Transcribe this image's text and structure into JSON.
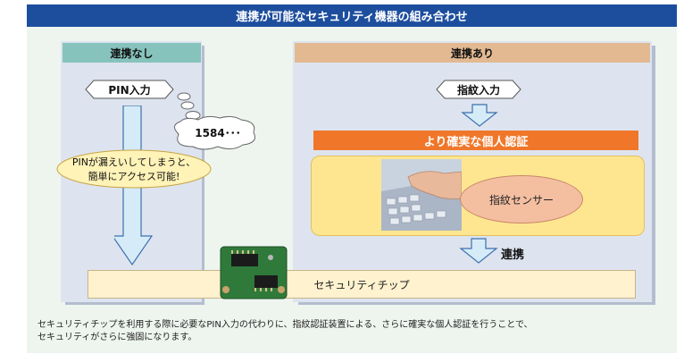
{
  "title": "連携が可能なセキュリティ機器の組み合わせ",
  "left_panel": {
    "header": "連携なし",
    "pin_tag": "PIN入力",
    "thought_bubble": "1584･･･",
    "warning_line1": "PINが漏えいしてしまうと、",
    "warning_line2": "簡単にアクセス可能!"
  },
  "right_panel": {
    "header": "連携あり",
    "finger_tag": "指紋入力",
    "auth_bar": "より確実な個人認証",
    "sensor_label": "指紋センサー",
    "link_label": "連携"
  },
  "chip_bar": "セキュリティチップ",
  "caption": {
    "line1": "セキュリティチップを利用する際に必要なPIN入力の代わりに、指紋認証装置による、さらに確実な個人認証を行うことで、",
    "line2": "セキュリティがさらに強固になります。"
  },
  "colors": {
    "title_bar": "#1d4e9e",
    "left_header": "#86c3bd",
    "right_header": "#e3b992",
    "panel": "#dde4ef",
    "auth_bar": "#f0772a",
    "sensor_box": "#fde68f",
    "arrow_fill": "#d5ecf8",
    "arrow_stroke": "#3d6fae"
  }
}
